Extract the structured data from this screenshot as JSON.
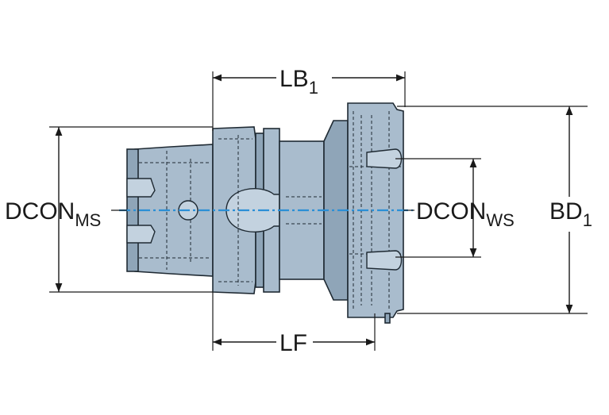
{
  "dimensions": {
    "lb": {
      "main": "LB",
      "sub": "1"
    },
    "lf": {
      "main": "LF",
      "sub": ""
    },
    "dcon_ms": {
      "main": "DCON",
      "sub": "MS"
    },
    "dcon_ws": {
      "main": "DCON",
      "sub": "WS"
    },
    "bd": {
      "main": "BD",
      "sub": "1"
    }
  },
  "colors": {
    "body_fill": "#a9bccd",
    "outline": "#1f2a33",
    "centerline": "#2b8fd6",
    "dimension": "#1a1a1a"
  }
}
